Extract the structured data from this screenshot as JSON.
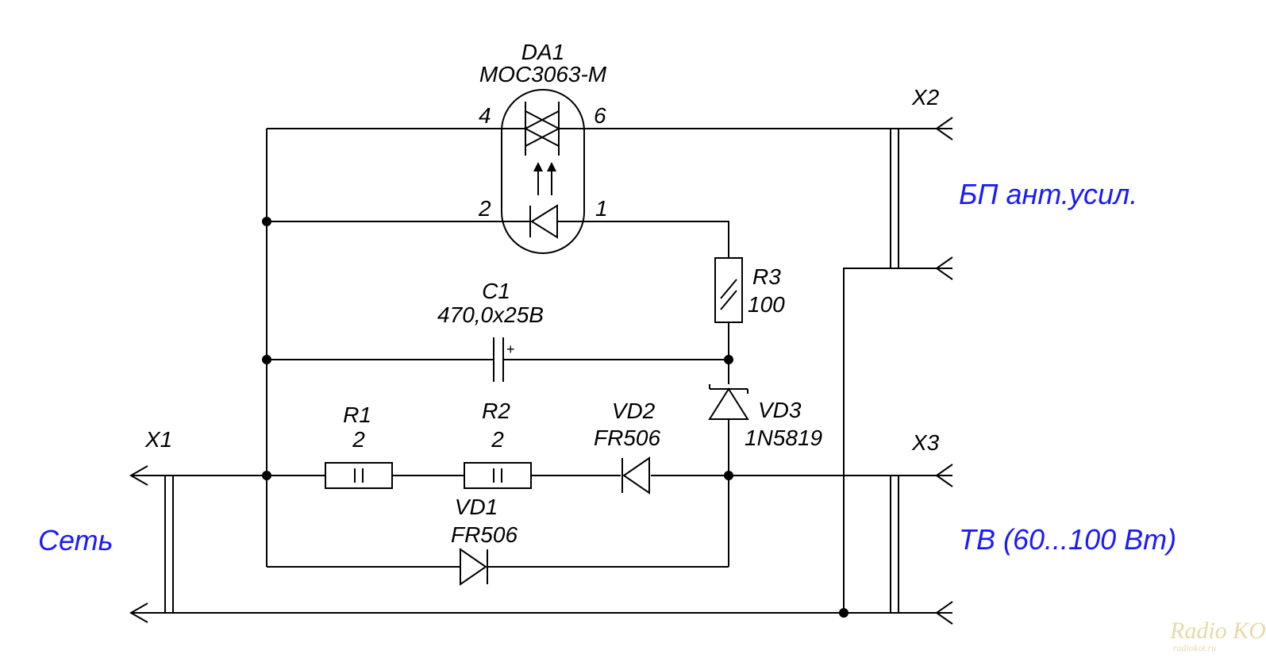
{
  "labels": {
    "da1_ref": "DA1",
    "da1_part": "MOC3063-M",
    "pin4": "4",
    "pin6": "6",
    "pin2": "2",
    "pin1": "1",
    "x2": "X2",
    "x3": "X3",
    "x1": "X1",
    "r3_ref": "R3",
    "r3_val": "100",
    "c1_ref": "C1",
    "c1_val": "470,0x25B",
    "c1_plus": "+",
    "vd3_ref": "VD3",
    "vd3_part": "1N5819",
    "r1_ref": "R1",
    "r1_val": "2",
    "r2_ref": "R2",
    "r2_val": "2",
    "vd2_ref": "VD2",
    "vd2_part": "FR506",
    "vd1_ref": "VD1",
    "vd1_part": "FR506",
    "set": "Сеть",
    "tv": "ТВ (60...100 Вт)",
    "bp": "БП ант.усил."
  },
  "watermark": {
    "line1": "Radio KOT",
    "line2": "radiokot.ru"
  },
  "colors": {
    "wire": "#000000",
    "label_blue": "#1a1aff",
    "watermark": "#e8d9a8"
  }
}
